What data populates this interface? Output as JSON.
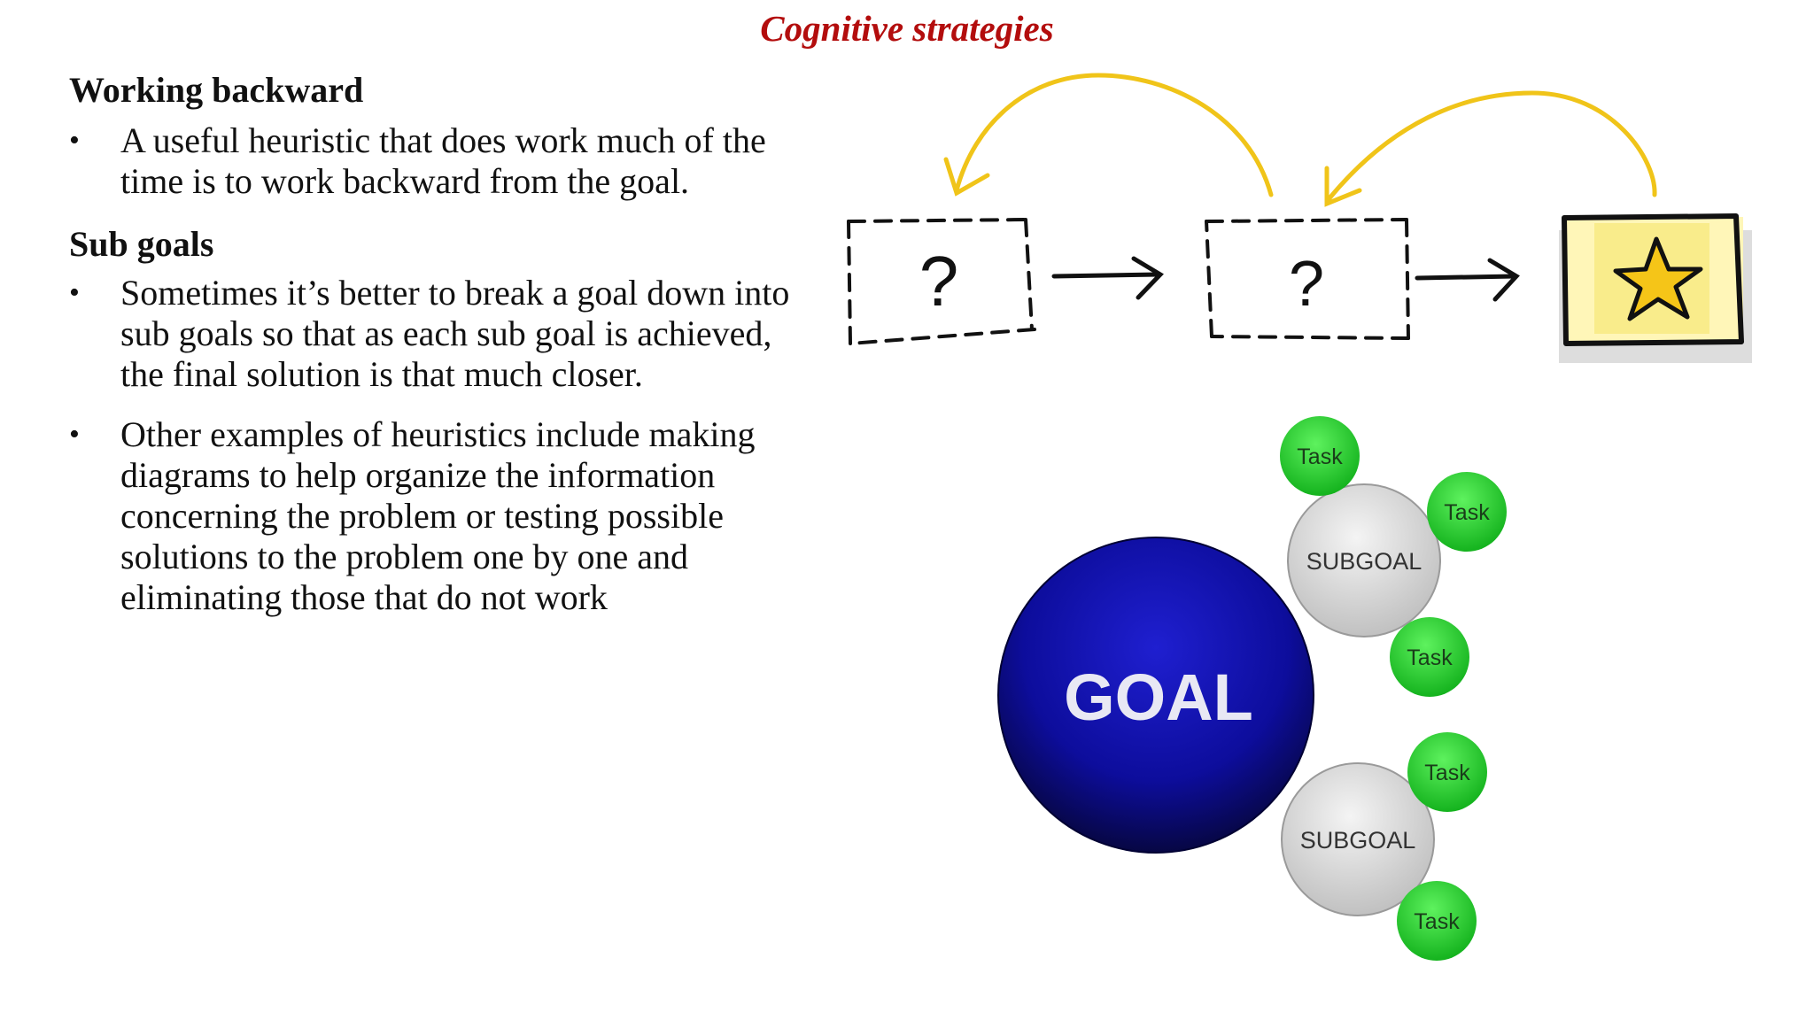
{
  "slide": {
    "title": "Cognitive strategies",
    "sections": [
      {
        "heading": "Working backward",
        "bullets": [
          "A useful heuristic that does work much of the time is to work backward from the goal."
        ]
      },
      {
        "heading": "Sub goals",
        "bullets": [
          "Sometimes it’s better to break a goal down into sub goals so that as each sub goal is achieved, the final solution is that much closer.",
          "Other examples of heuristics include making diagrams to help organize the information concerning the problem or testing possible solutions to the problem one by one and eliminating those that do not work"
        ]
      }
    ],
    "bullet_glyph": "•"
  },
  "backward_diagram": {
    "unknown_mark": "?",
    "arrow_color": "#f0c419",
    "star_color": "#f5c518",
    "stroke_color": "#111111"
  },
  "goal_diagram": {
    "goal_label": "GOAL",
    "subgoal_label": "SUBGOAL",
    "task_label": "Task",
    "goal_color": "#1414b8",
    "subgoal_color": "#d8d8d8",
    "task_color": "#1fcc2a"
  },
  "icons": {
    "star": "star-icon",
    "arrow": "arrow-right-icon"
  }
}
